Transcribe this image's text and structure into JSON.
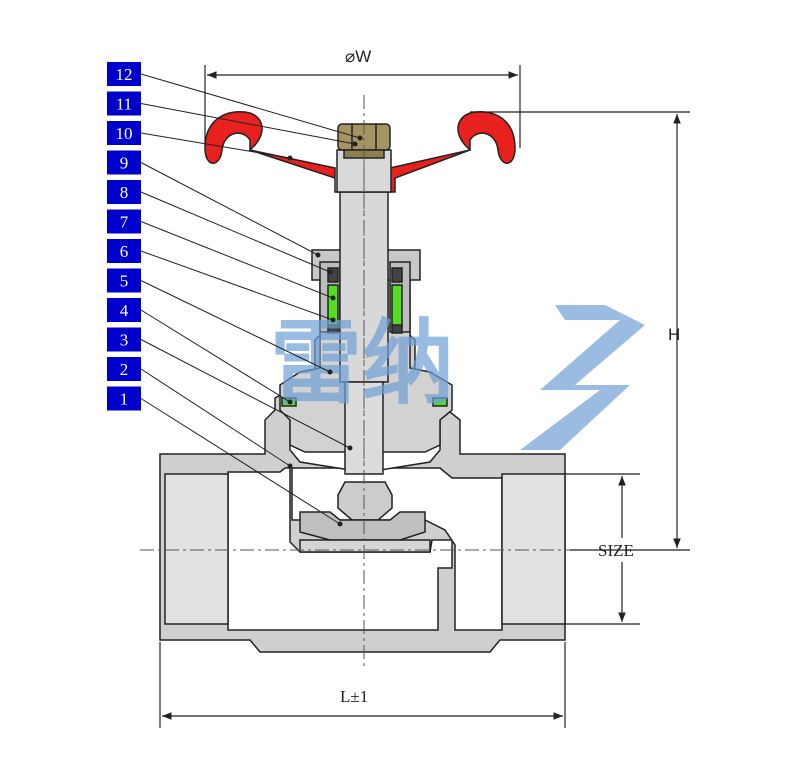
{
  "diagram": {
    "dimensions": {
      "width_label": "⌀W",
      "height_label": "H",
      "length_label": "L±1",
      "size_label": "SIZE"
    },
    "part_numbers": [
      "12",
      "11",
      "10",
      "9",
      "8",
      "7",
      "6",
      "5",
      "4",
      "3",
      "2",
      "1"
    ],
    "watermark_text": "雷纳",
    "colors": {
      "body": "#cfcfcf",
      "handwheel": "#e8201e",
      "badge": "#0000cc",
      "packing": "#55dd22",
      "nut": "#a39462",
      "outline": "#222222",
      "watermark": "#6fa0d6"
    }
  }
}
